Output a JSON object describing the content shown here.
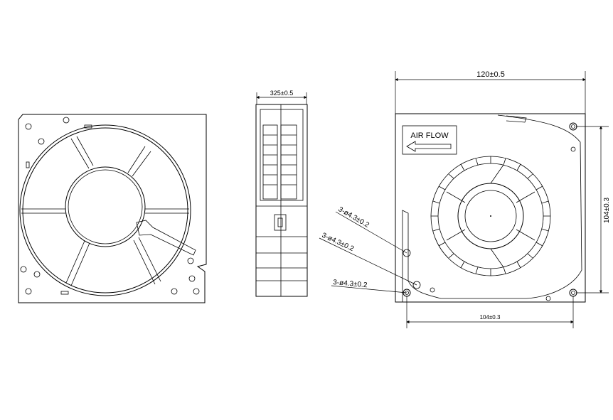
{
  "drawing": {
    "dims": {
      "thickness": "325±0.5",
      "width": "120±0.5",
      "hole_spacing_v": "104±0.3",
      "hole_spacing_h": "104±0.3"
    },
    "holes": [
      "3-ø4.3±0.2",
      "3-ø4.3±0.2",
      "3-ø4.3±0.2"
    ],
    "airflow_label": "AIR FLOW"
  }
}
